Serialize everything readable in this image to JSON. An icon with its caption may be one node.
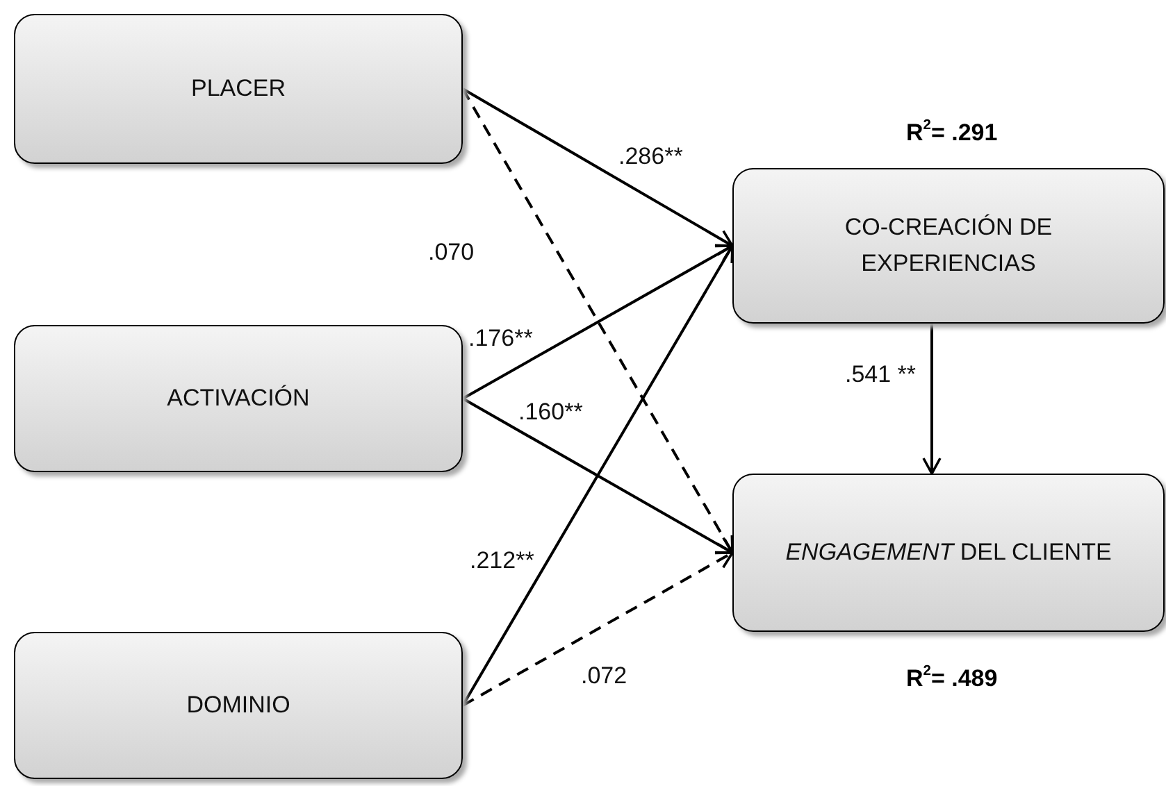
{
  "diagram": {
    "nodes": [
      {
        "text": [
          "PLACER"
        ]
      },
      {
        "text": [
          "ACTIVACIÓN"
        ]
      },
      {
        "text": [
          "DOMINIO"
        ]
      },
      {
        "text": [
          "CO-CREACIÓN DE EXPERIENCIAS"
        ],
        "beside": [
          "R$^{2}$= .291"
        ]
      },
      {
        "text": [
          "*ENGAGEMENT* DEL CLIENTE"
        ],
        "beside": [
          "R$^{2}$= .489"
        ]
      }
    ],
    "edges": [
      {
        "from": 0,
        "to": 3,
        "arrow": "to",
        "label": ".286**"
      },
      {
        "from": 0,
        "to": 4,
        "arrow": "to",
        "label": ".070",
        "style": "dashed"
      },
      {
        "from": 1,
        "to": 3,
        "arrow": "to",
        "label": ".176**"
      },
      {
        "from": 1,
        "to": 4,
        "arrow": "to",
        "label": ".160**"
      },
      {
        "from": 2,
        "to": 3,
        "arrow": "to",
        "label": ".212**"
      },
      {
        "from": 2,
        "to": 4,
        "arrow": "to",
        "label": ".072",
        "style": "dashed"
      },
      {
        "from": 3,
        "to": 4,
        "arrow": "to",
        "label": ".541 **"
      }
    ]
  }
}
